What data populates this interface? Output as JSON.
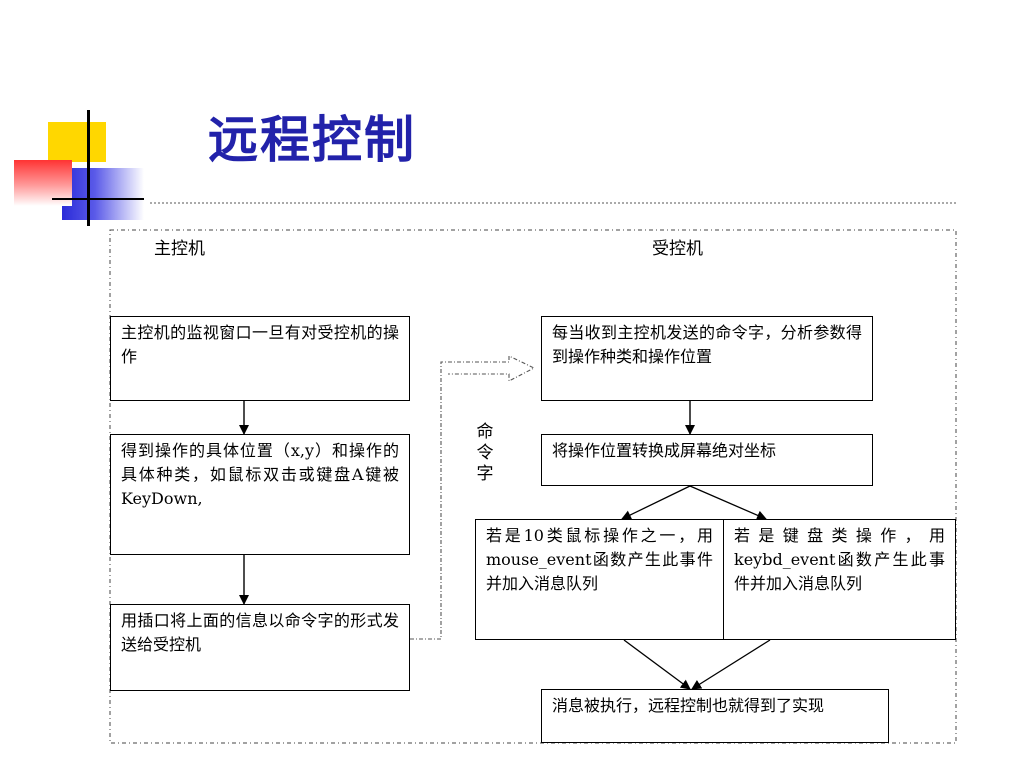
{
  "slide": {
    "title": "远程控制",
    "accent_color": "#2222aa"
  },
  "diagram": {
    "master_label": "主控机",
    "slave_label": "受控机",
    "command_label": [
      "命",
      "令",
      "字"
    ],
    "master_steps": [
      "主控机的监视窗口一旦有对受控机的操作",
      "得到操作的具体位置（x,y）和操作的具体种类，如鼠标双击或键盘A键被KeyDown,",
      "用插口将上面的信息以命令字的形式发送给受控机"
    ],
    "slave_steps": [
      "每当收到主控机发送的命令字，分析参数得到操作种类和操作位置",
      "将操作位置转换成屏幕绝对坐标"
    ],
    "branches": [
      "若是10类鼠标操作之一，用mouse_event函数产生此事件并加入消息队列",
      "若是键盘类操作，用keybd_event函数产生此事件并加入消息队列"
    ],
    "final_step": "消息被执行，远程控制也就得到了实现"
  }
}
